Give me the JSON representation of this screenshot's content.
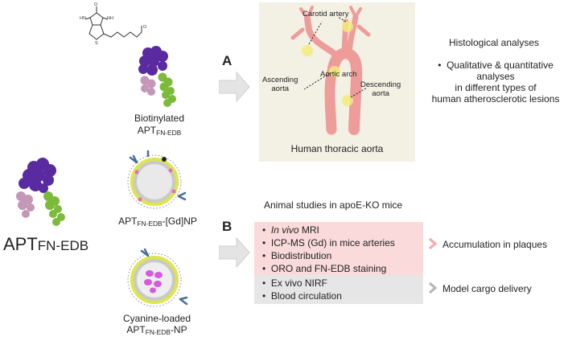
{
  "panel_a": {
    "letter": "A",
    "aorta": {
      "carotid_label": "Carotid artery",
      "ascending_label_1": "Ascending",
      "ascending_label_2": "aorta",
      "arch_label": "Aortic arch",
      "descending_label_1": "Descending",
      "descending_label_2": "aorta",
      "caption": "Human thoracic aorta"
    },
    "histology": {
      "title": "Histological analyses",
      "bullet_line_1": "Qualitative & quantitative",
      "bullet_line_2": "analyses",
      "bullet_line_3": "in different types of",
      "bullet_line_4": "human atherosclerotic lesions"
    },
    "biotinylated": {
      "line1": "Biotinylated",
      "apt": "APT",
      "sub": "FN-EDB"
    }
  },
  "left": {
    "apt": "APT",
    "sub": "FN-EDB"
  },
  "gd_np": {
    "apt": "APT",
    "sub": "FN-EDB",
    "suffix": "-[Gd]NP"
  },
  "cyanine": {
    "line1": "Cyanine-loaded",
    "apt": "APT",
    "sub": "FN-EDB",
    "suffix": "-NP"
  },
  "panel_b": {
    "letter": "B",
    "title": "Animal studies in apoE-KO mice",
    "bullets_red": [
      {
        "italic": "In vivo",
        "text": " MRI"
      },
      {
        "italic": "",
        "text": "ICP-MS (Gd) in mice arteries"
      },
      {
        "italic": "",
        "text": "Biodistribution"
      },
      {
        "italic": "",
        "text": "ORO and FN-EDB staining"
      }
    ],
    "bullets_grey": [
      {
        "italic": "",
        "text": "Ex vivo NIRF"
      },
      {
        "italic": "",
        "text": "Blood circulation"
      }
    ],
    "outcome_red": "Accumulation in plaques",
    "outcome_grey": "Model cargo delivery"
  },
  "colors": {
    "aorta_panel_bg": "#f3f0e4",
    "aorta": "#ee9c9a",
    "highlight": "#f2ec7a",
    "red_box": "#fadada",
    "grey_box": "#e6e6e6",
    "purple": "#5a2aa0",
    "green": "#7cba3a",
    "mauve": "#c397b5"
  }
}
